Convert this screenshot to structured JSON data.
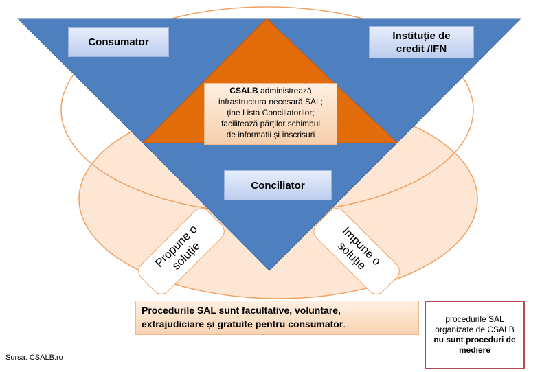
{
  "labels": {
    "consumer": "Consumator",
    "institution_line1": "Instituție de",
    "institution_line2": "credit /IFN",
    "conciliator": "Conciliator"
  },
  "csalb_box": {
    "bold": "CSALB",
    "line1_rest": " administrează",
    "line2": "infrastructura necesară SAL;",
    "line3": "ține Lista Conciliatorilor;",
    "line4": "facilitează părților schimbul",
    "line5": "de informații și înscrisuri"
  },
  "left_tag": {
    "line1": "Propune o",
    "line2": "soluție"
  },
  "right_tag": {
    "line1": "Impune o",
    "line2": "soluție"
  },
  "bottom_box": {
    "line1": "Procedurile SAL sunt facultative, voluntare,",
    "line2": "extrajudiciare și gratuite pentru consumator",
    "line2_end": "."
  },
  "note_box": {
    "line1": "procedurile SAL",
    "line2": "organizate de CSALB",
    "line3": "nu sunt proceduri de",
    "line4": "mediere"
  },
  "source": "Sursa: CSALB.ro",
  "colors": {
    "blue": "#4e7fbe",
    "orange": "#e36c0a",
    "peach": "#fde6d4",
    "outline": "#f0a060",
    "note_border": "#b24a4f"
  }
}
